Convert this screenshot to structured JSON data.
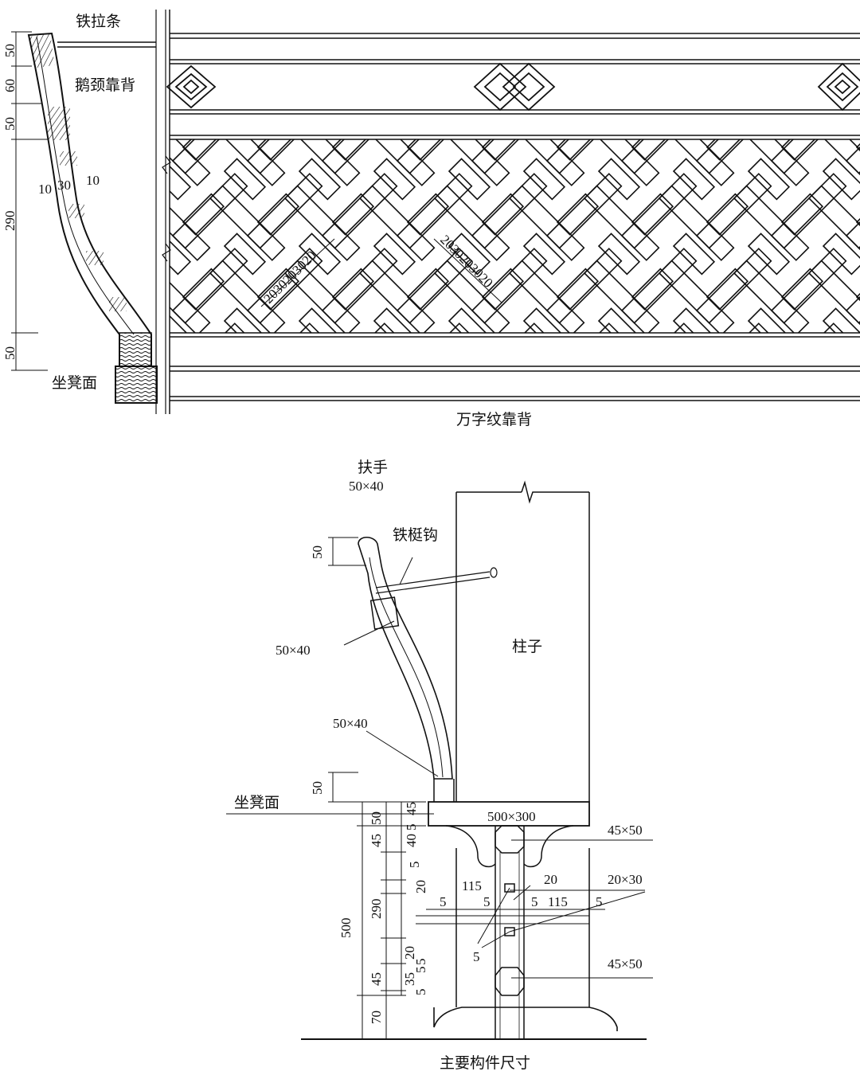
{
  "top_left": {
    "iron_bar": "铁拉条",
    "goose_neck_back": "鹅颈靠背",
    "seat_surface": "坐凳面",
    "dims": {
      "d50a": "50",
      "d60": "60",
      "d50b": "50",
      "d290": "290",
      "d50c": "50",
      "d10a": "10",
      "d30": "30",
      "d10b": "10"
    }
  },
  "top_right": {
    "caption": "万字纹靠背",
    "dim_left": [
      "20",
      "30",
      "20",
      "30",
      "20"
    ],
    "dim_right": [
      "20",
      "30",
      "20",
      "30",
      "20"
    ]
  },
  "bottom": {
    "caption": "主要构件尺寸",
    "armrest": "扶手",
    "armrest_size": "50×40",
    "iron_hook": "铁梃钩",
    "size_upper": "50×40",
    "size_lower": "50×40",
    "column": "柱子",
    "seat_surface": "坐凳面",
    "seat_board": "500×300",
    "beam_top": "45×50",
    "beam_bottom": "45×50",
    "lattice": "20×30",
    "dims": {
      "d50_top": "50",
      "d50_low": "50",
      "d45_right": "45",
      "d5_a": "5",
      "d50_inner": "50",
      "d40": "40",
      "d45_inner": "45",
      "d5_b": "5",
      "d20_a": "20",
      "d290": "290",
      "d20_b": "20",
      "d5_c": "5",
      "d5_d": "5",
      "d35": "35",
      "d45_b": "45",
      "d5_e": "5",
      "d70": "70",
      "d500": "500",
      "h5_a": "5",
      "h115_a": "115",
      "h5_b": "5",
      "h5_c": "5",
      "h115_b": "115",
      "h5_d": "5",
      "d20_label": "20",
      "d5_label": "5"
    }
  }
}
